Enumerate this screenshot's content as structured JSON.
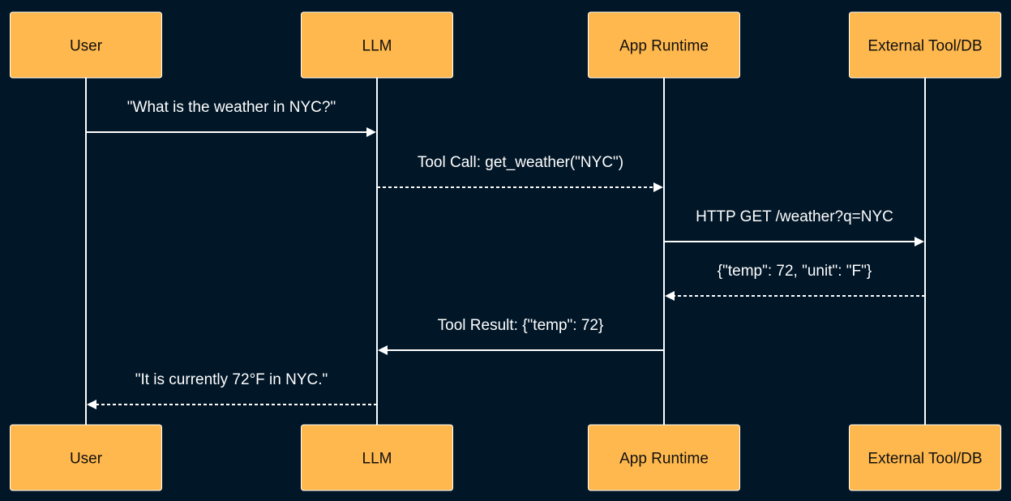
{
  "colors": {
    "background": "#011627",
    "actor_fill": "#ffb84d",
    "actor_text": "#101010",
    "line": "#ffffff",
    "label": "#ffffff"
  },
  "participants": [
    {
      "id": "user",
      "label": "User"
    },
    {
      "id": "llm",
      "label": "LLM"
    },
    {
      "id": "runtime",
      "label": "App Runtime"
    },
    {
      "id": "tool",
      "label": "External Tool/DB"
    }
  ],
  "messages": [
    {
      "from": "user",
      "to": "llm",
      "label": "\"What is the weather in NYC?\"",
      "style": "solid"
    },
    {
      "from": "llm",
      "to": "runtime",
      "label": "Tool Call: get_weather(\"NYC\")",
      "style": "dashed"
    },
    {
      "from": "runtime",
      "to": "tool",
      "label": "HTTP GET /weather?q=NYC",
      "style": "solid"
    },
    {
      "from": "tool",
      "to": "runtime",
      "label": "{\"temp\": 72, \"unit\": \"F\"}",
      "style": "dashed"
    },
    {
      "from": "runtime",
      "to": "llm",
      "label": "Tool Result: {\"temp\": 72}",
      "style": "solid"
    },
    {
      "from": "llm",
      "to": "user",
      "label": "\"It is currently 72°F in NYC.\"",
      "style": "dashed"
    }
  ]
}
